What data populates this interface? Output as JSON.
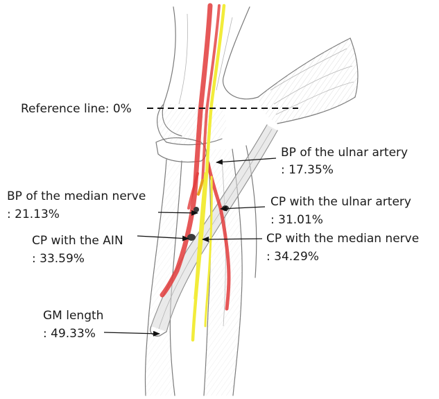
{
  "labels": {
    "reference_line": "Reference line: 0%",
    "bp_ulnar_artery_title": "BP of the ulnar artery",
    "bp_ulnar_artery_value": ": 17.35%",
    "bp_median_nerve_title": "BP of the median nerve",
    "bp_median_nerve_value": ": 21.13%",
    "cp_ulnar_artery_title": "CP with the ulnar artery",
    "cp_ulnar_artery_value": ": 31.01%",
    "cp_ain_title": "CP with the AIN",
    "cp_ain_value": ": 33.59%",
    "cp_median_nerve_title": "CP with the median nerve",
    "cp_median_nerve_value": ": 34.29%",
    "gm_length_title": "GM length",
    "gm_length_value": ": 49.33%"
  },
  "colors": {
    "artery": "#e23b3b",
    "nerve": "#f2ec3a",
    "sketch": "#7a7a7a"
  }
}
